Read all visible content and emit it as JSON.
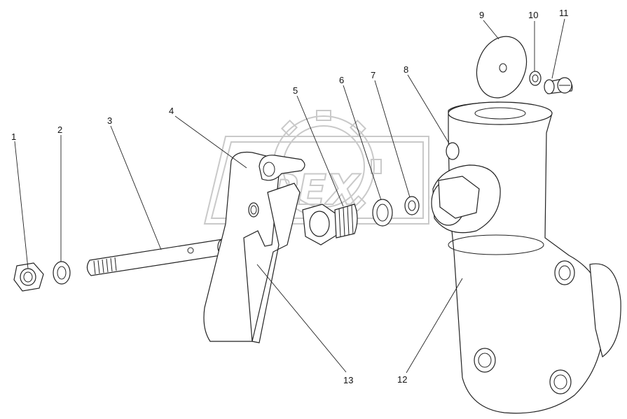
{
  "watermark": {
    "text": "OPEX"
  },
  "callouts": [
    {
      "id": "1",
      "label": "1"
    },
    {
      "id": "2",
      "label": "2"
    },
    {
      "id": "3",
      "label": "3"
    },
    {
      "id": "4",
      "label": "4"
    },
    {
      "id": "5",
      "label": "5"
    },
    {
      "id": "6",
      "label": "6"
    },
    {
      "id": "7",
      "label": "7"
    },
    {
      "id": "8",
      "label": "8"
    },
    {
      "id": "9",
      "label": "9"
    },
    {
      "id": "10",
      "label": "10"
    },
    {
      "id": "11",
      "label": "11"
    },
    {
      "id": "12",
      "label": "12"
    },
    {
      "id": "13",
      "label": "13"
    }
  ]
}
